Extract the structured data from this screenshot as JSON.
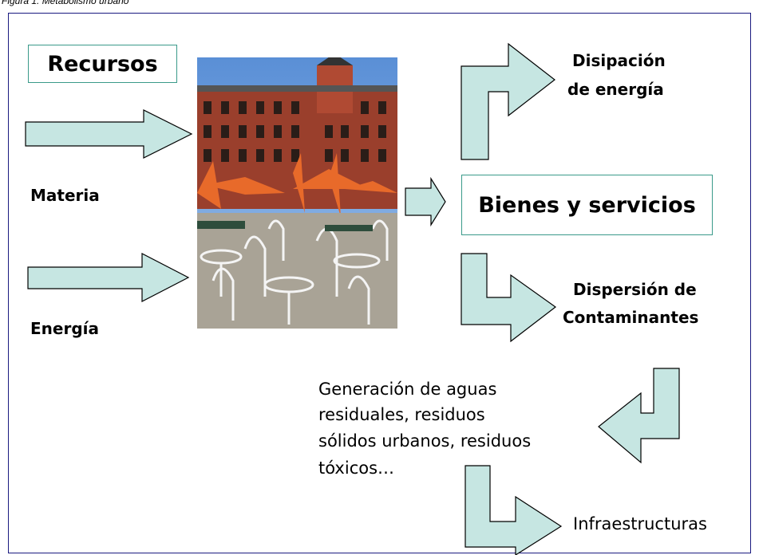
{
  "caption": "Figura 1. Metabolismo urbano",
  "labels": {
    "recursos": "Recursos",
    "materia": "Materia",
    "energia": "Energía",
    "disipacion_1": "Disipación",
    "disipacion_2": "de energía",
    "bienes": "Bienes y servicios",
    "dispersion_1": "Dispersión de",
    "dispersion_2": "Contaminantes",
    "generacion_1": "Generación de aguas",
    "generacion_2": "residuales, residuos",
    "generacion_3": "sólidos urbanos, residuos",
    "generacion_4": "tóxicos…",
    "infraestructuras": "Infraestructuras"
  },
  "colors": {
    "arrow_fill": "#c6e6e2",
    "arrow_stroke": "#000000",
    "box_border": "#3a9a8a",
    "frame_border": "#1a1a80"
  }
}
